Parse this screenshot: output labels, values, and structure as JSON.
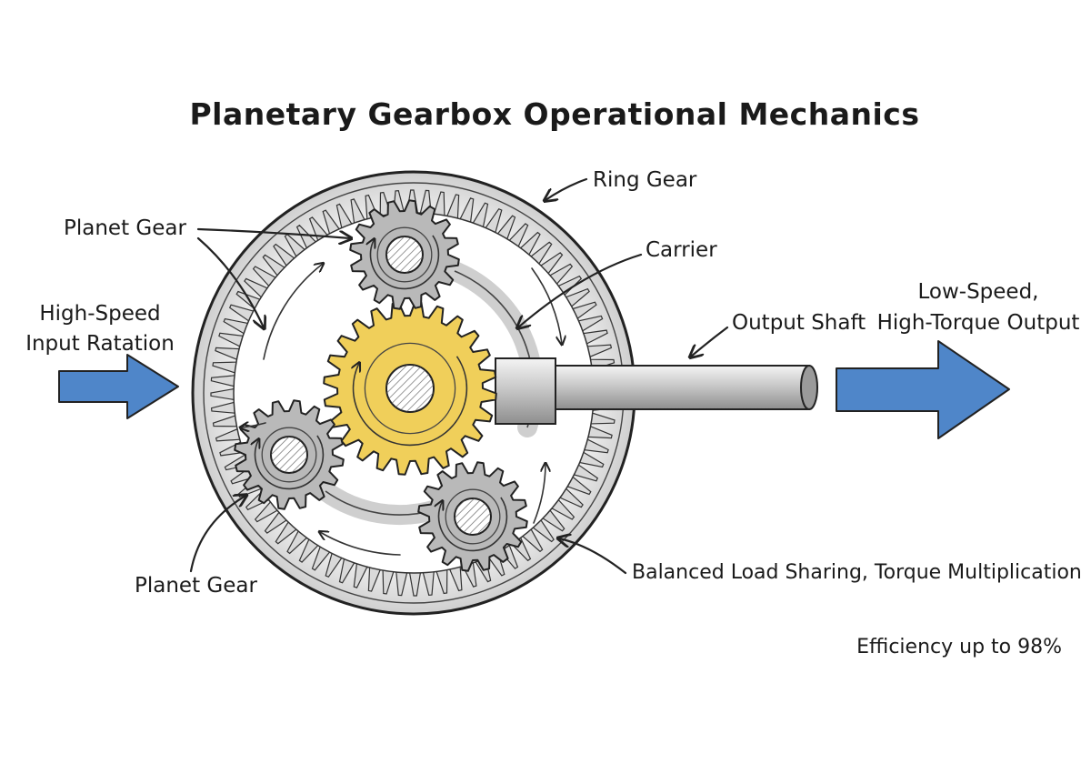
{
  "title": "Planetary Gearbox Operational Mechanics",
  "labels": {
    "ring_gear": "Ring Gear",
    "planet_gear_top": "Planet Gear",
    "carrier": "Carrier",
    "input_line1": "High-Speed",
    "input_line2": "Input Ratation",
    "output_shaft": "Output Shaft",
    "output_line1": "Low-Speed,",
    "output_line2": "High-Torque Output",
    "planet_gear_bottom": "Planet Gear",
    "load_sharing": "Balanced Load Sharing, Torque Multiplication",
    "efficiency": "Efficiency up to 98%"
  },
  "colors": {
    "arrow_blue": "#4f86c9",
    "sun_gold": "#f0cf5a",
    "gear_gray": "#b9b9b9",
    "ring_gray": "#d9d9d9"
  }
}
